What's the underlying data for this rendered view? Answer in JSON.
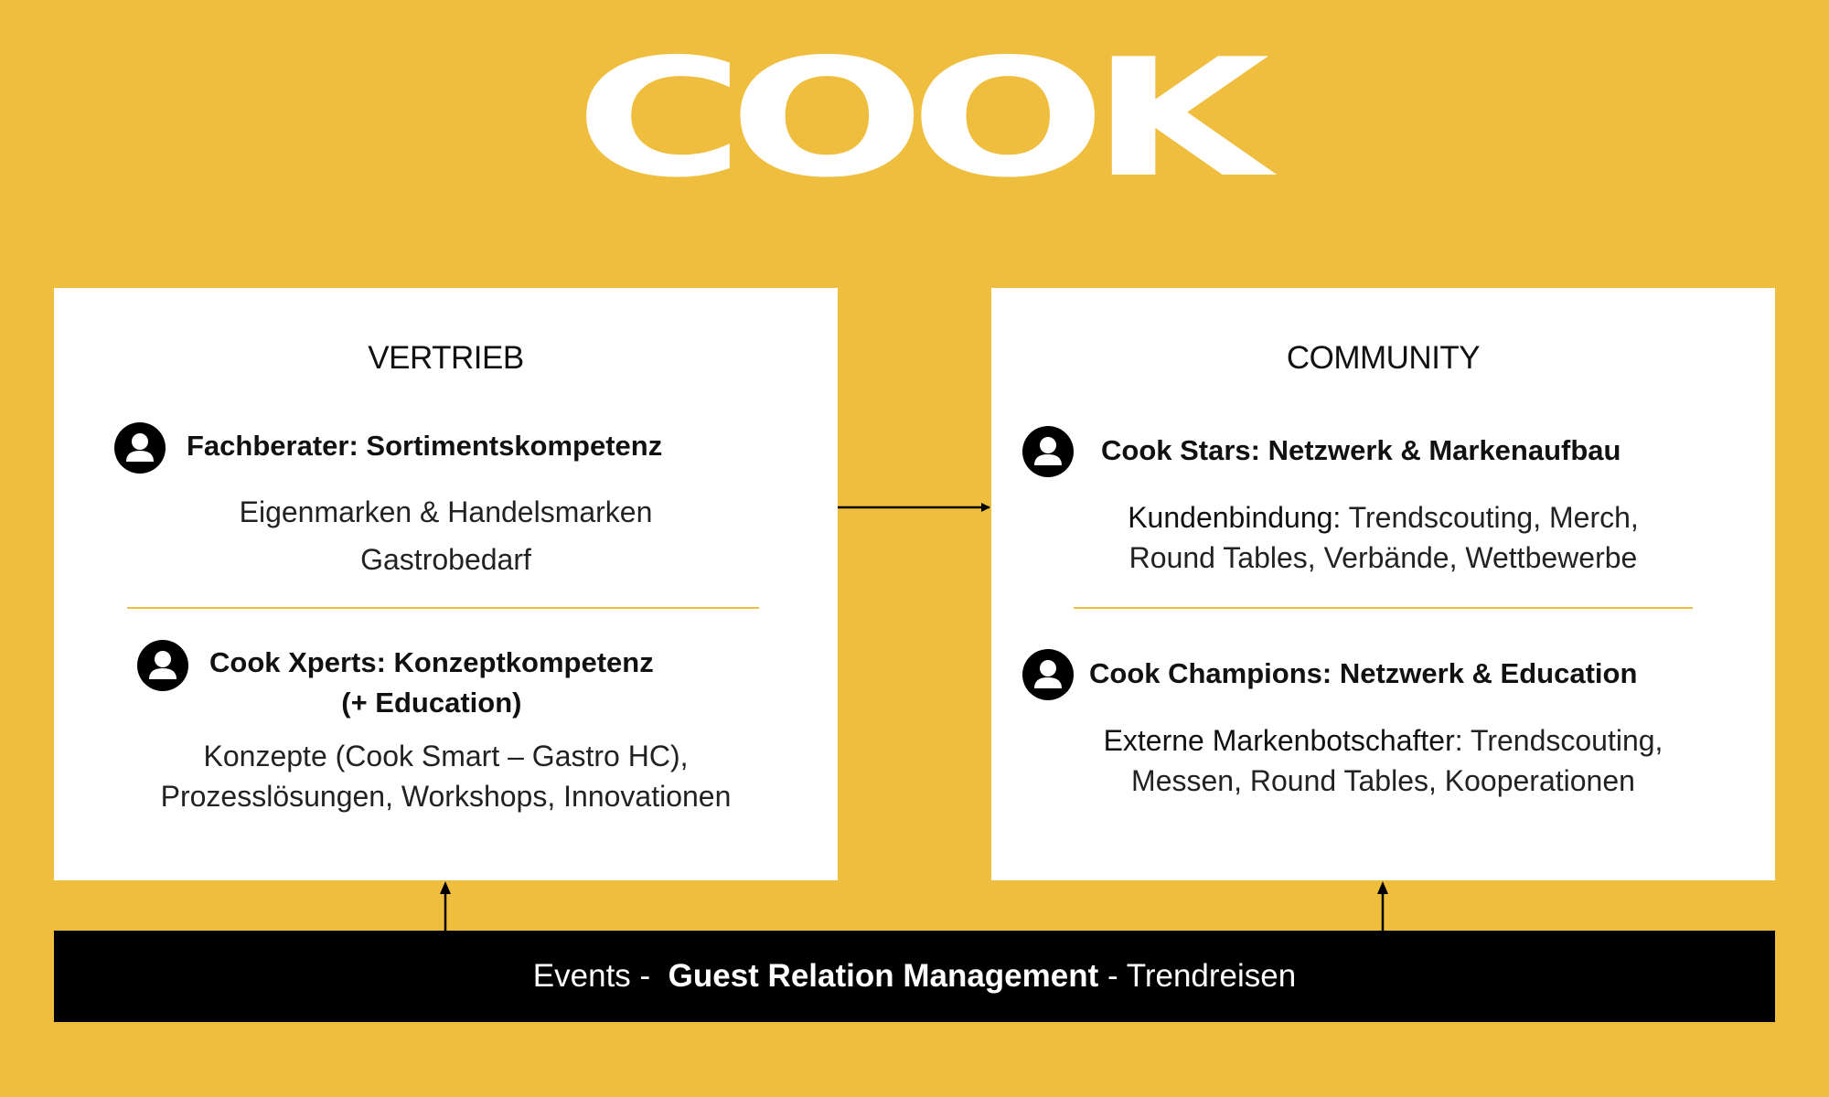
{
  "logo": {
    "text": "COOK"
  },
  "colors": {
    "background": "#F0BE3F",
    "panel": "#FFFFFF",
    "bar": "#000000",
    "divider": "#F0BE3F",
    "icon": "#000000"
  },
  "vertrieb": {
    "title": "VERTRIEB",
    "role1": {
      "icon": "person-icon",
      "heading": "Fachberater: Sortimentskompetenz",
      "lines": [
        "Eigenmarken & Handelsmarken",
        "Gastrobedarf"
      ]
    },
    "role2": {
      "icon": "person-icon",
      "heading": "Cook Xperts: Konzeptkompetenz",
      "subheading": "(+ Education)",
      "lines": [
        "Konzepte (Cook Smart – Gastro HC),",
        "Prozesslösungen, Workshops, Innovationen"
      ]
    }
  },
  "community": {
    "title": "COMMUNITY",
    "role1": {
      "icon": "person-icon",
      "heading": "Cook Stars: Netzwerk & Markenaufbau",
      "lead": "Kundenbindung:",
      "line1_rest": " Trendscouting, Merch,",
      "line2": "Round Tables, Verbände, Wettbewerbe"
    },
    "role2": {
      "icon": "person-icon",
      "heading": "Cook Champions: Netzwerk & Education",
      "lead": "Externe Markenbotschafter",
      "line1_rest": ": Trendscouting,",
      "line2": "Messen, Round Tables, Kooperationen"
    }
  },
  "bottom_bar": {
    "left": "Events -  ",
    "center": "Guest Relation Management",
    "right": " - Trendreisen"
  }
}
